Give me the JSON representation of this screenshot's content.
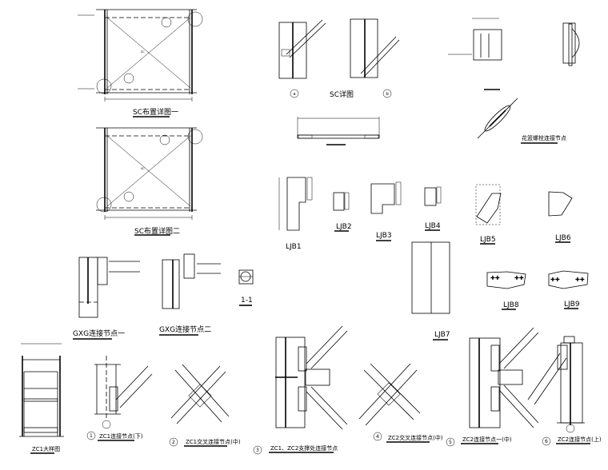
{
  "sheet": {
    "title": "Steel structure bracing connection details",
    "drawings": [
      {
        "id": "sc-layout-1",
        "title": "SC布置详图一",
        "member_label": "SC"
      },
      {
        "id": "sc-layout-2",
        "title": "SC布置详图二",
        "member_label": "SC"
      },
      {
        "id": "sc-detail",
        "title": "SC详图",
        "variants": [
          "a",
          "b"
        ]
      },
      {
        "id": "turnbuckle",
        "title": "花篮螺栓连接节点"
      },
      {
        "id": "ljb1",
        "title": "LJB1"
      },
      {
        "id": "ljb2",
        "title": "LJB2"
      },
      {
        "id": "ljb3",
        "title": "LJB3"
      },
      {
        "id": "ljb4",
        "title": "LJB4"
      },
      {
        "id": "ljb5",
        "title": "LJB5"
      },
      {
        "id": "ljb6",
        "title": "LJB6"
      },
      {
        "id": "ljb7",
        "title": "LJB7"
      },
      {
        "id": "ljb8",
        "title": "LJB8"
      },
      {
        "id": "ljb9",
        "title": "LJB9"
      },
      {
        "id": "gxg-1",
        "title": "GXG连接节点一"
      },
      {
        "id": "gxg-2",
        "title": "GXG连接节点二"
      },
      {
        "id": "section-1-1",
        "title": "1-1"
      },
      {
        "id": "zc1-layout",
        "title": "ZC1大样图"
      },
      {
        "id": "node-1",
        "number": "1",
        "title": "ZC1连接节点(下)"
      },
      {
        "id": "node-2",
        "number": "2",
        "title": "ZC1交叉连接节点(中)"
      },
      {
        "id": "node-3",
        "number": "3",
        "title": "ZC1、ZC2支撑处连接节点"
      },
      {
        "id": "node-4",
        "number": "4",
        "title": "ZC2交叉连接节点(中)"
      },
      {
        "id": "node-5",
        "number": "5",
        "title": "ZC2连接节点一(中)"
      },
      {
        "id": "node-6",
        "number": "6",
        "title": "ZC2连接节点(上)"
      }
    ]
  }
}
